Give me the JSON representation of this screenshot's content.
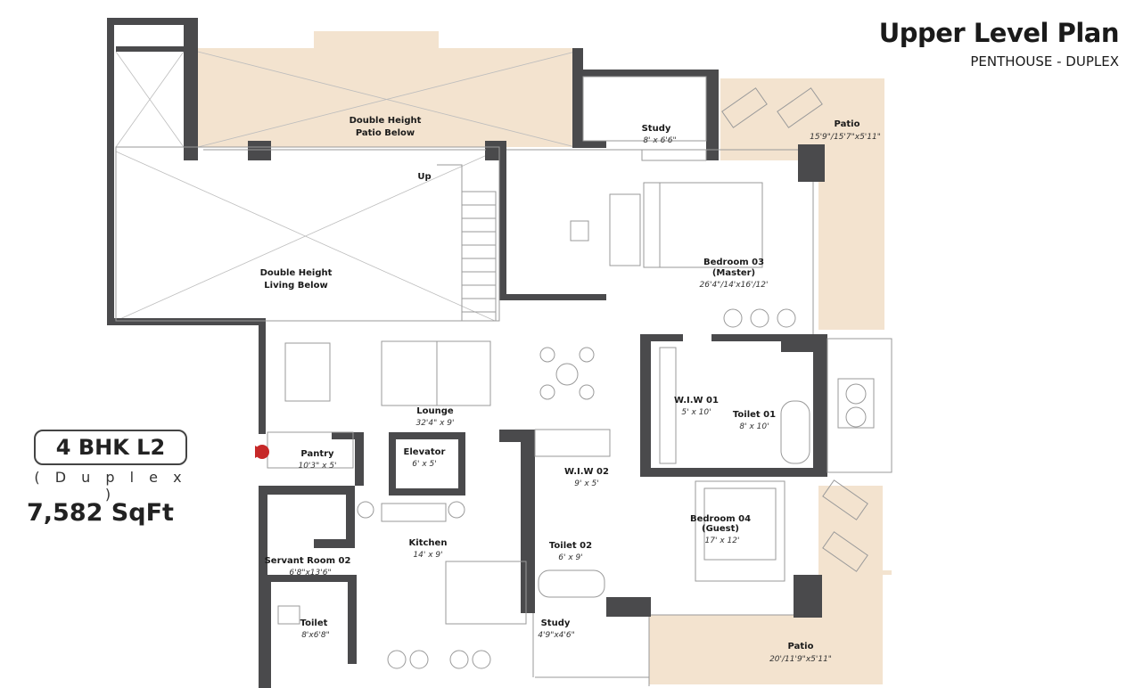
{
  "header": {
    "title": "Upper Level Plan",
    "subtitle": "PENTHOUSE - DUPLEX"
  },
  "summary": {
    "config": "4 BHK L2",
    "type": "( D u p l e x )",
    "area": "7,582 SqFt"
  },
  "rooms": {
    "double_height_patio": {
      "name1": "Double Height",
      "name2": "Patio Below"
    },
    "double_height_living": {
      "name1": "Double Height",
      "name2": "Living Below"
    },
    "study_top": {
      "name": "Study",
      "dim": "8' x 6'6\""
    },
    "patio_top": {
      "name": "Patio",
      "dim": "15'9\"/15'7\"x5'11\""
    },
    "up": {
      "name": "Up"
    },
    "bedroom03": {
      "name1": "Bedroom 03",
      "name2": "(Master)",
      "dim": "26'4\"/14'x16'/12'"
    },
    "lounge": {
      "name": "Lounge",
      "dim": "32'4\" x 9'"
    },
    "wiw01": {
      "name": "W.I.W 01",
      "dim": "5' x 10'"
    },
    "toilet01": {
      "name": "Toilet 01",
      "dim": "8' x 10'"
    },
    "pantry": {
      "name": "Pantry",
      "dim": "10'3\" x 5'"
    },
    "elevator": {
      "name": "Elevator",
      "dim": "6' x 5'"
    },
    "wiw02": {
      "name": "W.I.W 02",
      "dim": "9' x 5'"
    },
    "bedroom04": {
      "name1": "Bedroom 04",
      "name2": "(Guest)",
      "dim": "17' x 12'"
    },
    "kitchen": {
      "name": "Kitchen",
      "dim": "14' x 9'"
    },
    "toilet02": {
      "name": "Toilet 02",
      "dim": "6' x 9'"
    },
    "servant": {
      "name": "Servant Room 02",
      "dim": "6'8\"x13'6\""
    },
    "toilet": {
      "name": "Toilet",
      "dim": "8'x6'8\""
    },
    "study_bottom": {
      "name": "Study",
      "dim": "4'9\"x4'6\""
    },
    "patio_bottom": {
      "name": "Patio",
      "dim": "20'/11'9\"x5'11\""
    }
  },
  "colors": {
    "patio_fill": "#f3e3cf",
    "wall": "#4a4a4c",
    "entry_arrow": "#c62828"
  }
}
